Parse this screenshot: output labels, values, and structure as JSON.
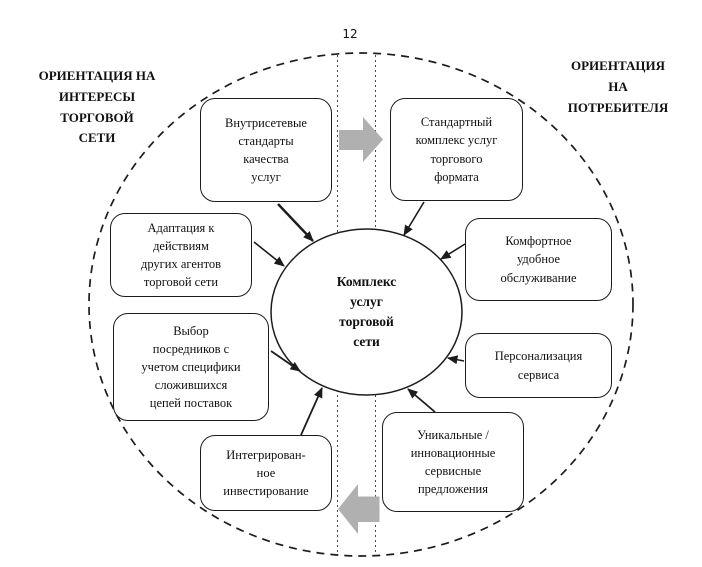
{
  "diagram": {
    "top_number": "12",
    "left_label": "ОРИЕНТАЦИЯ НА\nИНТЕРЕСЫ\nТОРГОВОЙ\nСЕТИ",
    "right_label": "ОРИЕНТАЦИЯ\nНА\nПОТРЕБИТЕЛЯ",
    "center_label": "Комплекс\nуслуг\nторговой\nсети",
    "boxes": [
      {
        "id": "intranet-standards",
        "text": "Внутрисетевые\nстандарты\nкачества\nуслуг"
      },
      {
        "id": "standard-complex",
        "text": "Стандартный\nкомплекс услуг\nторгового\nформата"
      },
      {
        "id": "comfortable-service",
        "text": "Комфортное\nудобное\nобслуживание"
      },
      {
        "id": "personalization",
        "text": "Персонализация\nсервиса"
      },
      {
        "id": "unique-offers",
        "text": "Уникальные /\nинновационные\nсервисные\nпредложения"
      },
      {
        "id": "integrated-investment",
        "text": "Интегрирован-\nное\nинвестирование"
      },
      {
        "id": "intermediary-choice",
        "text": "Выбор\nпосредников с\nучетом специфики\nсложившихся\nцепей поставок"
      },
      {
        "id": "adaptation",
        "text": "Адаптация к\nдействиям\nдругих агентов\nторговой сети"
      }
    ],
    "colors": {
      "block_arrow_gray": "#b0b0b0",
      "line_black": "#1c1c1c"
    }
  }
}
